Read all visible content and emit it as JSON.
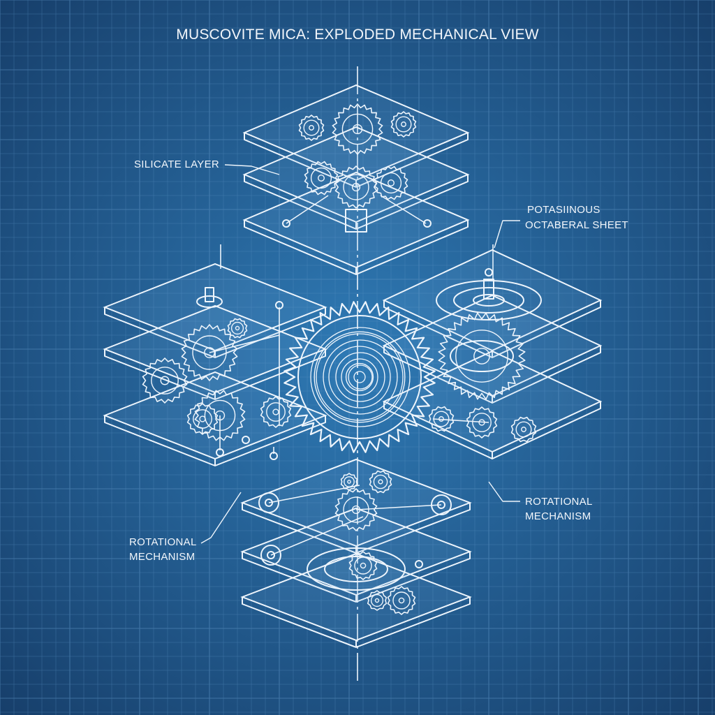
{
  "title": "MUSCOVITE MICA: EXPLODED MECHANICAL VIEW",
  "labels": {
    "silicate_layer": "SILICATE LAYER",
    "octahedral_line1": "POTASIINOUS",
    "octahedral_line2": "OCTABERAL SHEET",
    "rotational_left_line1": "ROTATIONAL",
    "rotational_left_line2": "MECHANISM",
    "rotational_right_line1": "ROTATIONAL",
    "rotational_right_line2": "MECHANISM"
  },
  "colors": {
    "background": "#1d5a8e",
    "background_center": "#2f7ab5",
    "line": "#eef5fc",
    "grid": "#5d93c4"
  }
}
